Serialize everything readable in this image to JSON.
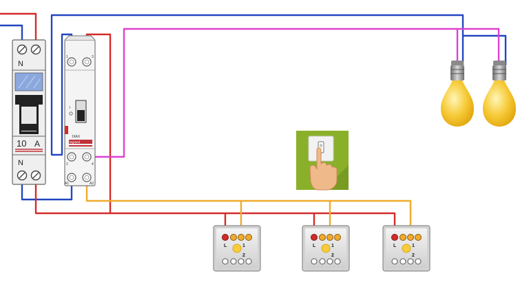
{
  "breaker": {
    "top_terminal_label": "N",
    "rating_number": "10",
    "rating_unit": "A",
    "bottom_terminal_label": "N"
  },
  "relay": {
    "top_left_pin": "1",
    "top_right_pin": "3",
    "bottom_left_pin": "2",
    "bottom_right_pin": "4",
    "coil_left_pin": "A1",
    "coil_right_pin": "A2",
    "rating_text": "16AX",
    "brand_text": "legrand"
  },
  "pushbutton": {
    "terminal_L": "L",
    "terminal_1": "1",
    "terminal_2": "2"
  },
  "pushbutton_count": 3,
  "lamp_count": 2,
  "colors": {
    "phase": "#d42a2a",
    "neutral": "#2345c0",
    "control": "#f0aa2c",
    "switched_lamp": "#e040d0",
    "bulb": "#f7cc3c",
    "icon_bg": "#8ab02a",
    "device_grey": "#e2e2e2"
  },
  "icons": [
    "lamp-bulb-icon",
    "finger-press-switch-icon"
  ]
}
